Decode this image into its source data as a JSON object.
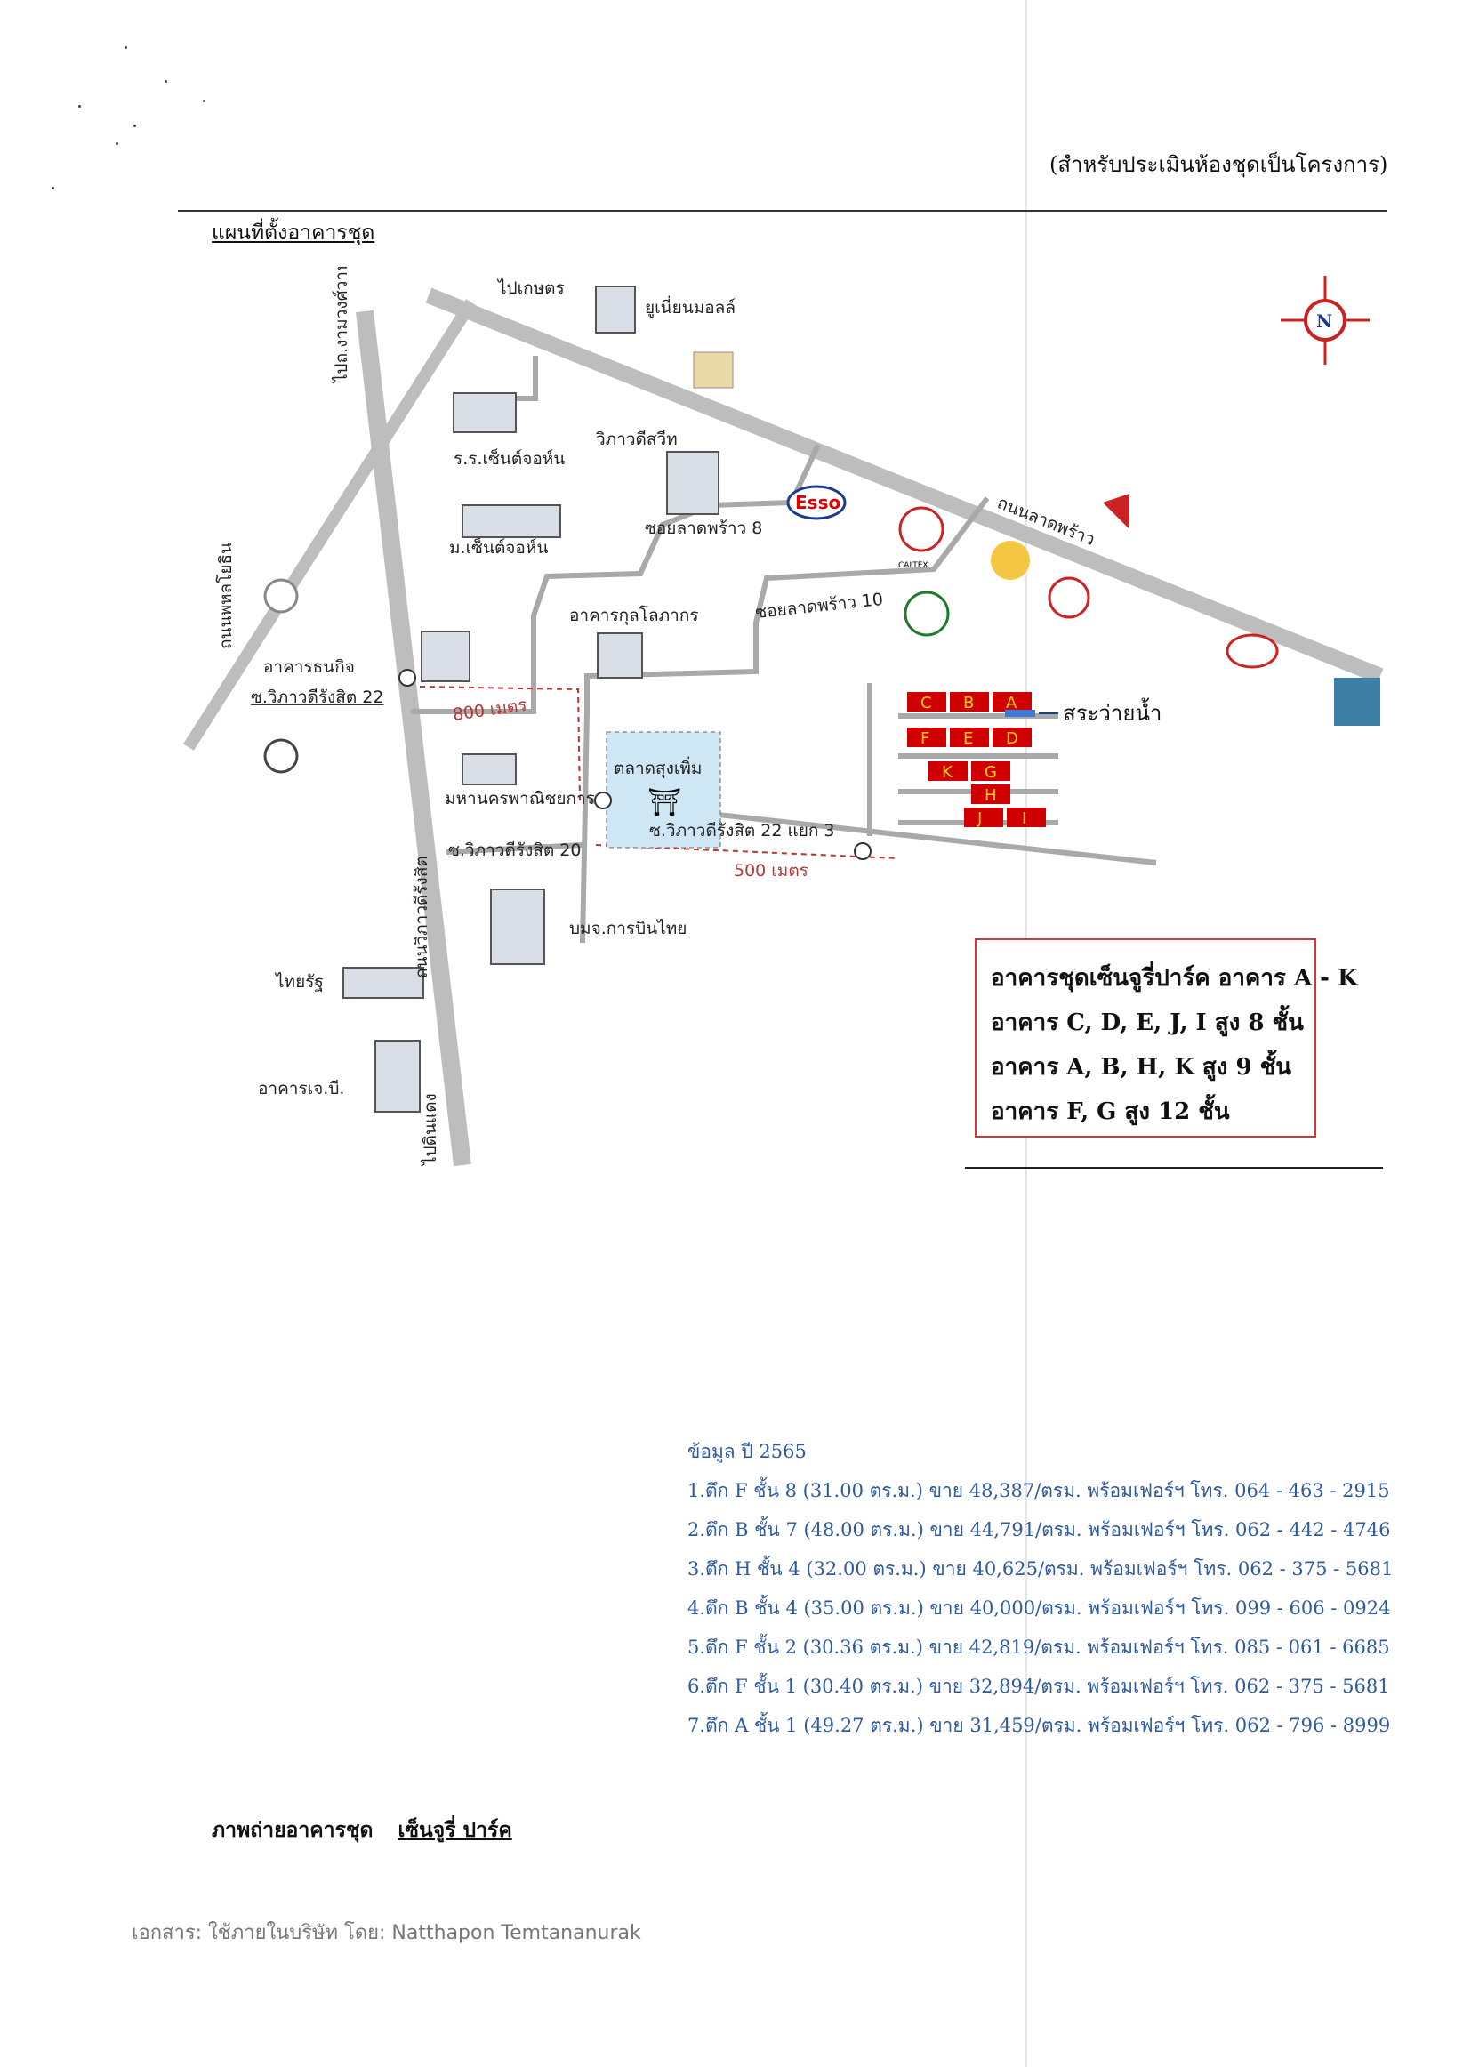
{
  "header": {
    "note": "(สำหรับประเมินห้องชุดเป็นโครงการ)"
  },
  "map": {
    "title": "แผนที่ตั้งอาคารชุด",
    "north_label": "N",
    "roads": {
      "to_kaset": "ไปเกษตร",
      "ngam_wong_wan": "ไปถ.งามวงศ์วาน",
      "phahon": "ถนนพหลโยธิน",
      "lat_phrao": "ถนนลาดพร้าว",
      "vibhavadi": "ถนนวิภาวดีรังสิต",
      "soi_lat_phrao_8": "ซอยลาดพร้าว 8",
      "soi_lat_phrao_10": "ซอยลาดพร้าว 10",
      "soi_vibha_22": "ซ.วิภาวดีรังสิต 22",
      "soi_vibha_20": "ซ.วิภาวดีรังสิต 20",
      "soi_vibha_22_3": "ซ.วิภาวดีรังสิต 22 แยก 3",
      "to_din_daeng": "ไปดินแดง"
    },
    "landmarks": {
      "union_mall": "ยูเนี่ยนมอลล์",
      "school": "ร.ร.เซ็นต์จอห์น",
      "vibhavadi_hosp": "วิภาวดีสวีท",
      "st_john_univ": "ม.เซ็นต์จอห์น",
      "bank": "อาคารธนกิจ",
      "kulthorn": "อาคารกุลโลภากร",
      "mahanakorn": "มหานครพาณิชยการ",
      "market": "ตลาดสุงเพิ่ม",
      "thai_airways": "บมจ.การบินไทย",
      "thairath": "ไทยรัฐ",
      "jp_building": "อาคารเจ.บี.",
      "esso": "Esso",
      "caltex": "CALTEX",
      "pool": "สระว่ายน้ำ"
    },
    "distances": {
      "d1": "800 เมตร",
      "d2": "500 เมตร"
    },
    "buildings": [
      "C",
      "B",
      "A",
      "F",
      "E",
      "D",
      "K",
      "G",
      "H",
      "J",
      "I"
    ],
    "legend": [
      "อาคารชุดเซ็นจูรี่ปาร์ค อาคาร A - K",
      "อาคาร C, D, E, J, I สูง 8 ชั้น",
      "อาคาร A, B, H, K สูง 9 ชั้น",
      "อาคาร F, G สูง 12 ชั้น"
    ]
  },
  "data": {
    "title": "ข้อมูล ปี 2565",
    "rows": [
      "1.ตึก F ชั้น 8 (31.00 ตร.ม.) ขาย 48,387/ตรม. พร้อมเฟอร์ฯ โทร. 064 - 463 - 2915",
      "2.ตึก B ชั้น 7 (48.00 ตร.ม.) ขาย 44,791/ตรม. พร้อมเฟอร์ฯ โทร. 062 - 442 - 4746",
      "3.ตึก H ชั้น 4 (32.00 ตร.ม.) ขาย 40,625/ตรม. พร้อมเฟอร์ฯ โทร. 062 - 375 - 5681",
      "4.ตึก B ชั้น 4 (35.00 ตร.ม.) ขาย 40,000/ตรม. พร้อมเฟอร์ฯ โทร. 099 - 606 - 0924",
      "5.ตึก F ชั้น 2 (30.36 ตร.ม.) ขาย 42,819/ตรม. พร้อมเฟอร์ฯ โทร. 085 - 061 - 6685",
      "6.ตึก F ชั้น 1 (30.40 ตร.ม.) ขาย 32,894/ตรม. พร้อมเฟอร์ฯ โทร. 062 - 375 - 5681",
      "7.ตึก A ชั้น 1 (49.27 ตร.ม.) ขาย 31,459/ตรม. พร้อมเฟอร์ฯ โทร. 062 - 796 - 8999"
    ]
  },
  "photo": {
    "caption": "ภาพถ่ายอาคารชุด",
    "name": "เซ็นจูรี่ ปาร์ค"
  },
  "footer": {
    "text": "เอกสาร: ใช้ภายในบริษัท โดย: Natthapon Temtananurak"
  },
  "colors": {
    "road": "#bdbdbd",
    "building": "#d00000",
    "building_text": "#ffd200",
    "data_text": "#2d5aa0",
    "legend_border": "#dd3333"
  }
}
